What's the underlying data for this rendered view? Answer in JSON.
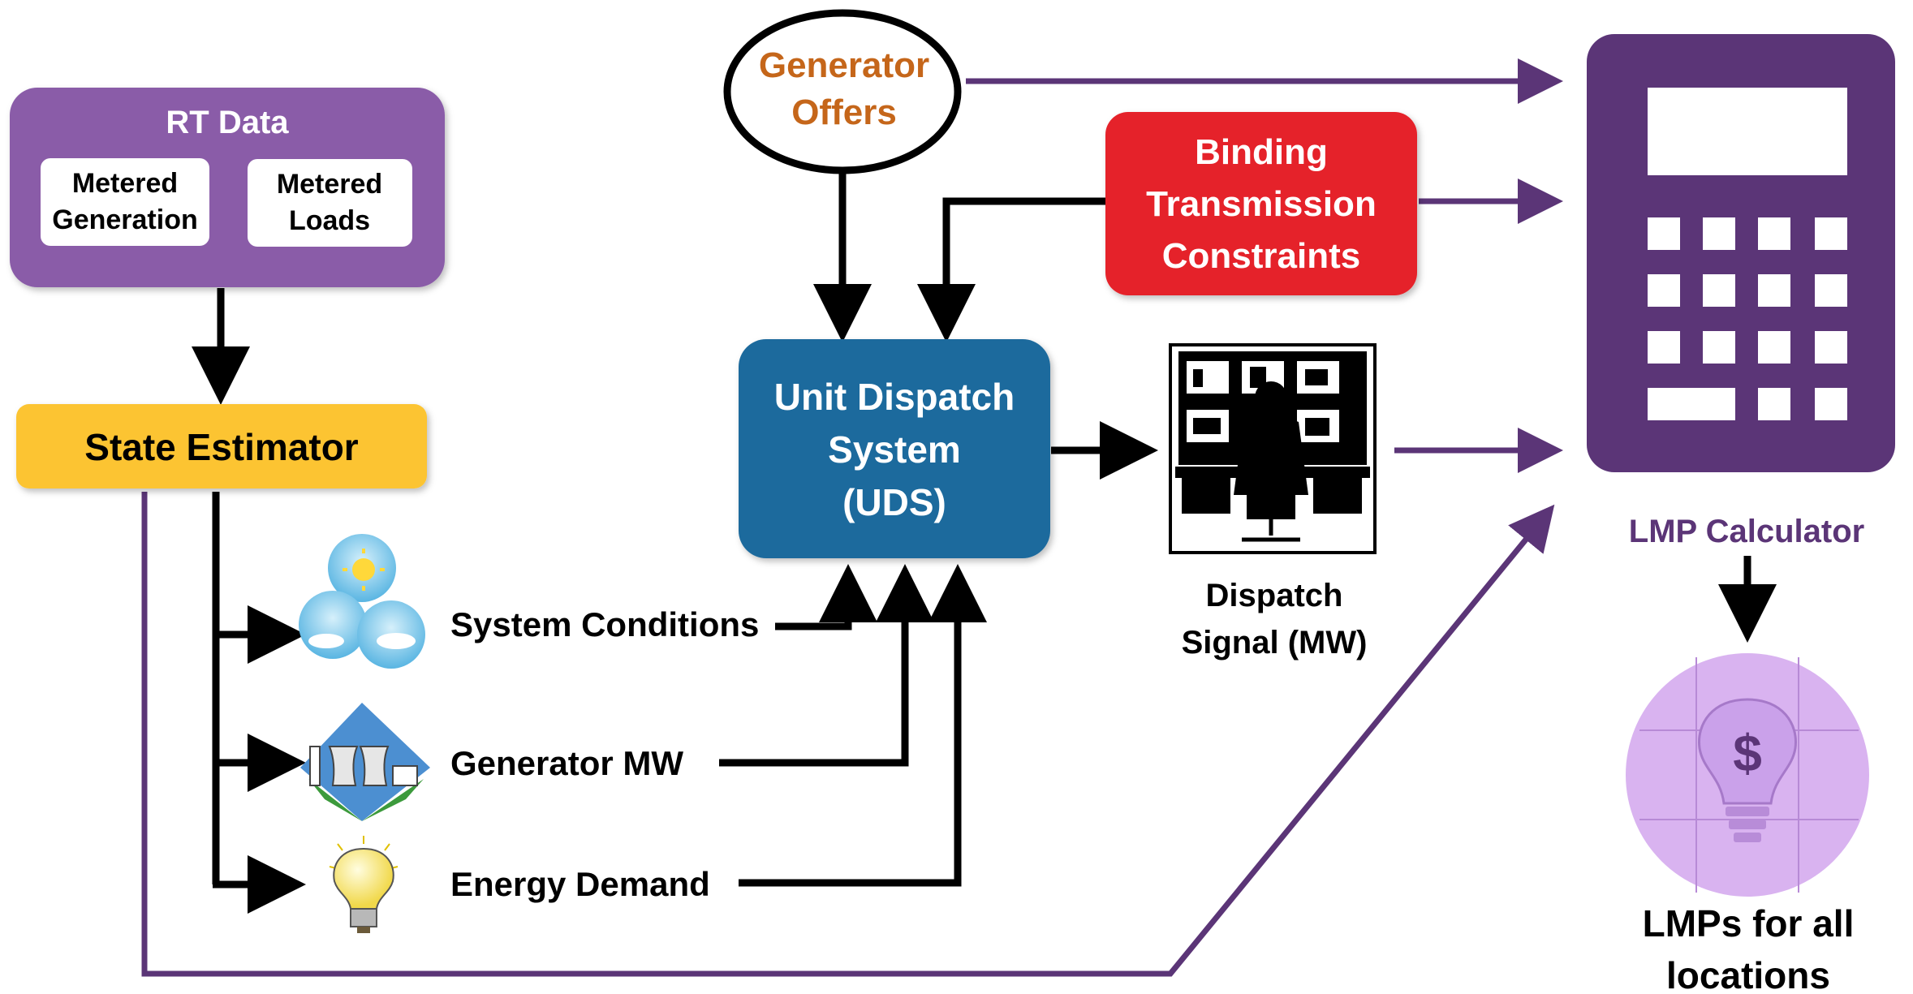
{
  "rt_data": {
    "title": "RT Data",
    "metered_generation": [
      "Metered",
      "Generation"
    ],
    "metered_loads": [
      "Metered",
      "Loads"
    ]
  },
  "state_estimator": {
    "label": "State Estimator"
  },
  "generator_offers": {
    "lines": [
      "Generator",
      "Offers"
    ]
  },
  "binding_constraints": {
    "lines": [
      "Binding",
      "Transmission",
      "Constraints"
    ]
  },
  "uds": {
    "lines": [
      "Unit Dispatch",
      "System",
      "(UDS)"
    ]
  },
  "inputs": {
    "system_conditions": "System Conditions",
    "generator_mw": "Generator MW",
    "energy_demand": "Energy Demand"
  },
  "dispatch_signal": {
    "lines": [
      "Dispatch",
      "Signal (MW)"
    ]
  },
  "lmp_calculator": {
    "label": "LMP Calculator"
  },
  "lmps": {
    "lines": [
      "LMPs for all",
      "locations"
    ],
    "symbol": "$"
  },
  "icons": {
    "weather": "weather-icon",
    "power_plant": "power-plant-icon",
    "light_bulb": "light-bulb-icon",
    "operator": "dispatch-operator-icon",
    "calculator": "calculator-icon",
    "lmp_bulb": "dollar-bulb-icon"
  },
  "colors": {
    "purple": "#5b3577",
    "purple_light": "#8a5ca8",
    "yellow": "#fcc430",
    "red": "#e52129",
    "blue": "#1f6b9d",
    "orange": "#c5661a",
    "lilac": "#d9b3f0"
  }
}
